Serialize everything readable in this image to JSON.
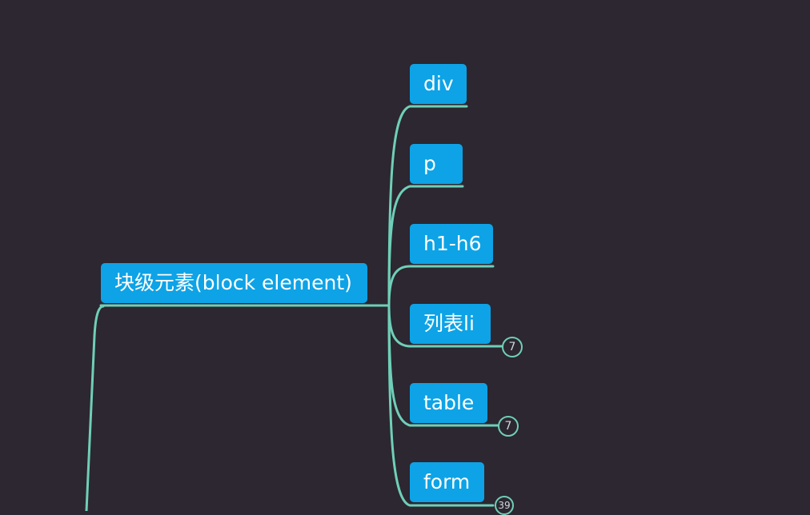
{
  "colors": {
    "background": "#2c2730",
    "node_fill": "#0da3e6",
    "connector": "#6fcfb8",
    "badge_text": "#cfd9de"
  },
  "mindmap": {
    "parent": {
      "label": "块级元素(block element)"
    },
    "children": [
      {
        "label": "div"
      },
      {
        "label": "p"
      },
      {
        "label": "h1-h6"
      },
      {
        "label": "列表li",
        "collapsed_count": "7"
      },
      {
        "label": "table",
        "collapsed_count": "7"
      },
      {
        "label": "form",
        "collapsed_count": "39"
      }
    ]
  }
}
